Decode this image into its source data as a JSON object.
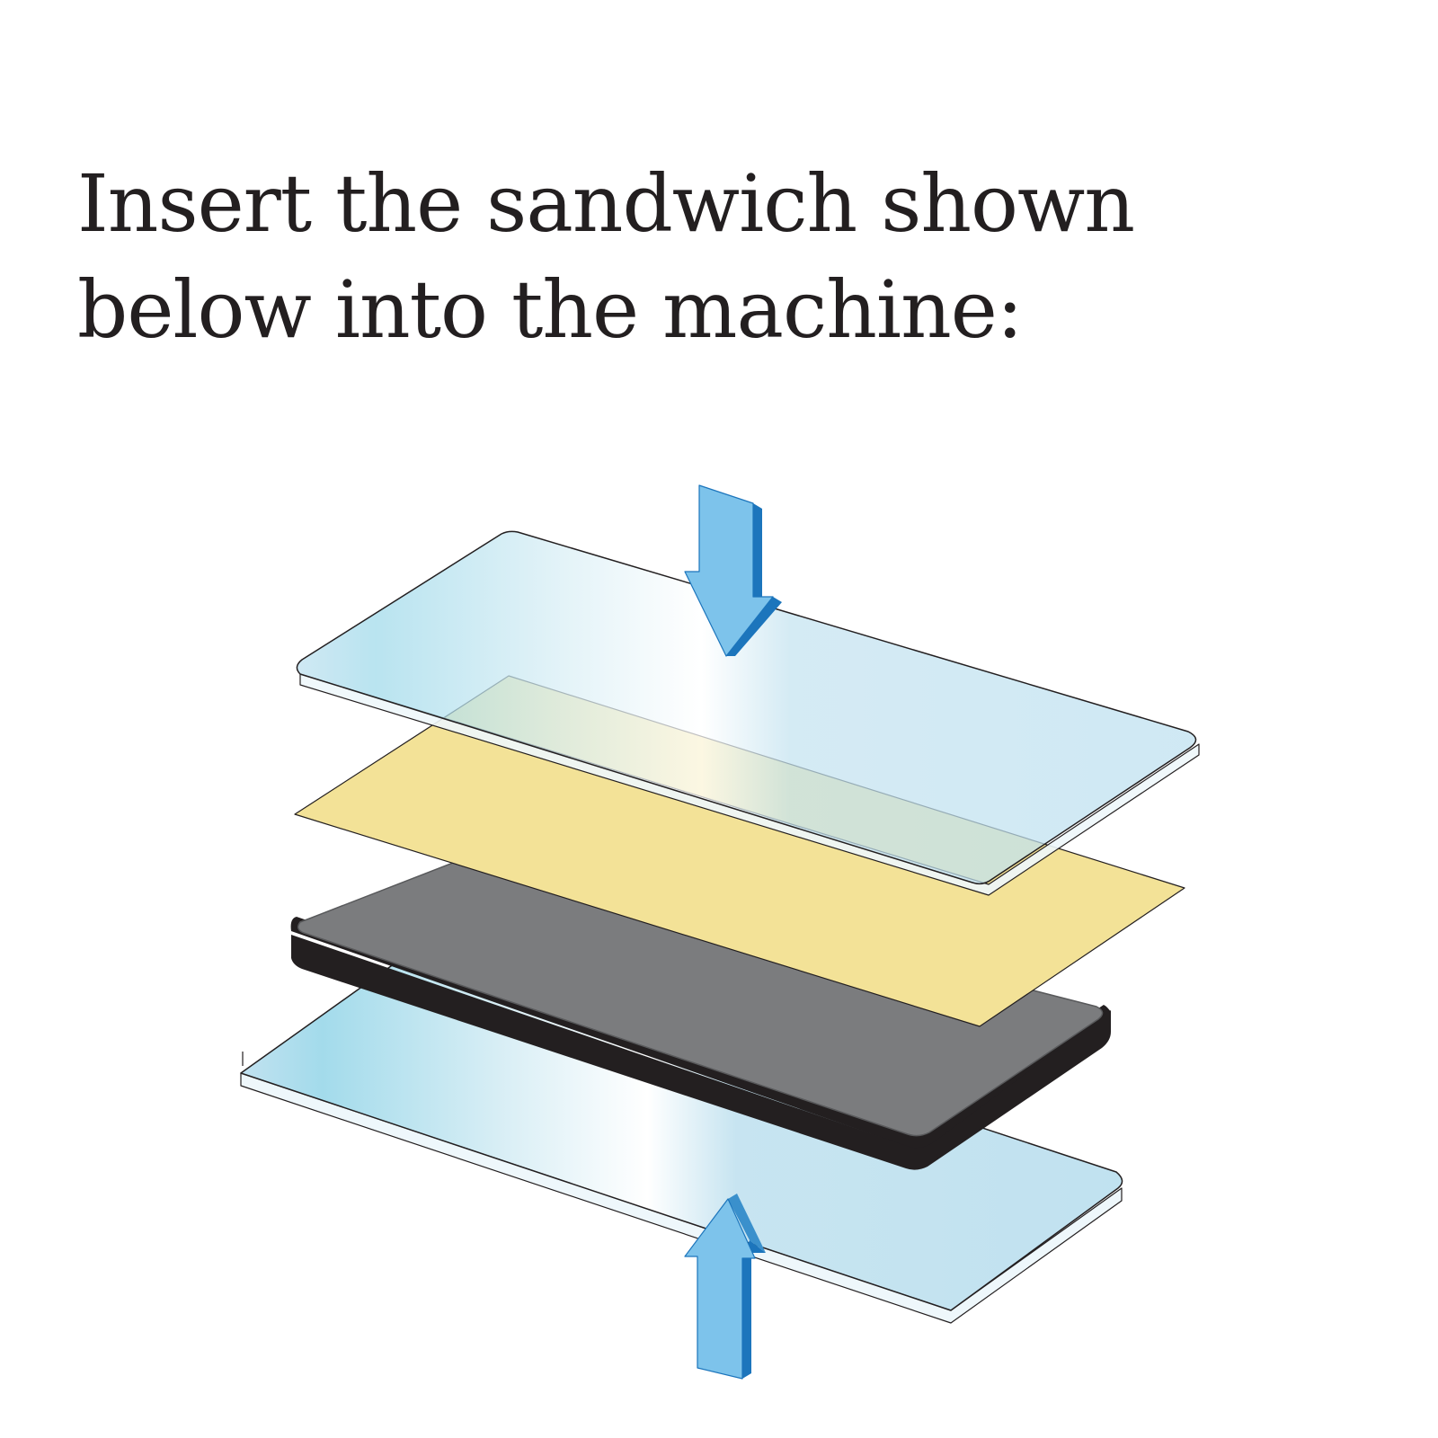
{
  "instruction": {
    "line1": "Insert the sandwich shown",
    "line2": "below into the machine:"
  },
  "colors": {
    "text": "#231f20",
    "glass_plate": "#bde0ef",
    "glass_highlight": "#ffffff",
    "glass_cyan": "#a0dcec",
    "paper": "#f3e297",
    "pad_top": "#7b7c7e",
    "pad_side": "#231f20",
    "arrow_face": "#7dc3eb",
    "arrow_side": "#1c75bc"
  },
  "layers": [
    {
      "name": "top-glass-plate"
    },
    {
      "name": "paper-sheet"
    },
    {
      "name": "black-pad"
    },
    {
      "name": "bottom-glass-plate"
    }
  ],
  "arrows": [
    {
      "name": "press-down-arrow",
      "direction": "down"
    },
    {
      "name": "press-up-arrow",
      "direction": "up"
    }
  ]
}
